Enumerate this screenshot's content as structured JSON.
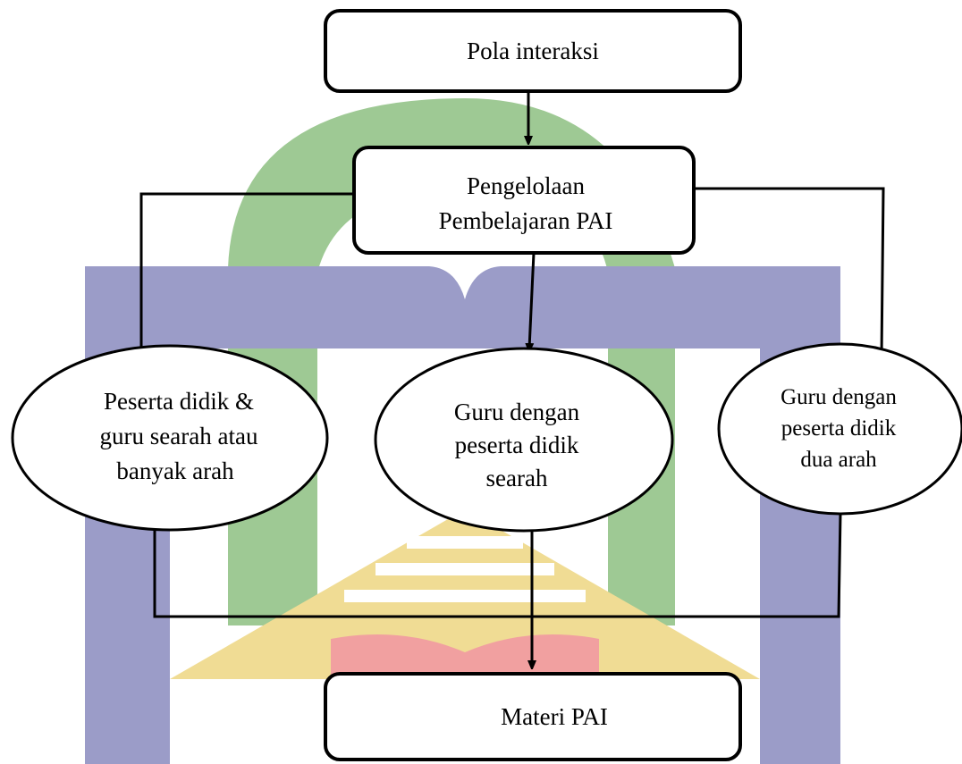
{
  "nodes": {
    "pola": {
      "label": "Pola interaksi"
    },
    "pengelolaan": {
      "lines": [
        "Pengelolaan",
        "Pembelajaran PAI"
      ]
    },
    "left": {
      "lines": [
        "Peserta didik &",
        "guru searah atau",
        "banyak arah"
      ]
    },
    "middle": {
      "lines": [
        "Guru dengan",
        "peserta didik",
        "searah"
      ]
    },
    "right": {
      "lines": [
        "Guru dengan",
        "peserta didik",
        "dua arah"
      ]
    },
    "materi": {
      "label": "Materi PAI"
    }
  },
  "watermark": {
    "colors": {
      "arch_green": "#9ec994",
      "frame_blue": "#9b9cc8",
      "triangle_yellow": "#f0dc94",
      "book_red": "#f1a0a0"
    }
  }
}
